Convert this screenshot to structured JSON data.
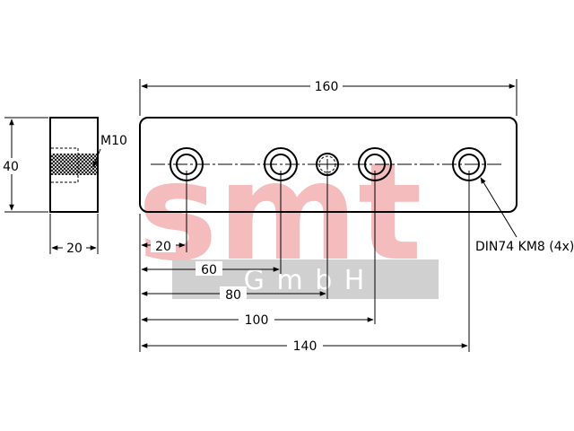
{
  "watermark": {
    "brand": "smt",
    "subtitle": "G m b H",
    "brand_color": "#f4bcbc",
    "band_color": "#d0d0d0"
  },
  "side_view": {
    "height_label": "40",
    "width_label": "20",
    "thread_label": "M10"
  },
  "front_view": {
    "overall_length_label": "160",
    "callout_label": "DIN74 KM8 (4x)",
    "hole_offsets": [
      "20",
      "60",
      "80",
      "100",
      "140"
    ]
  }
}
